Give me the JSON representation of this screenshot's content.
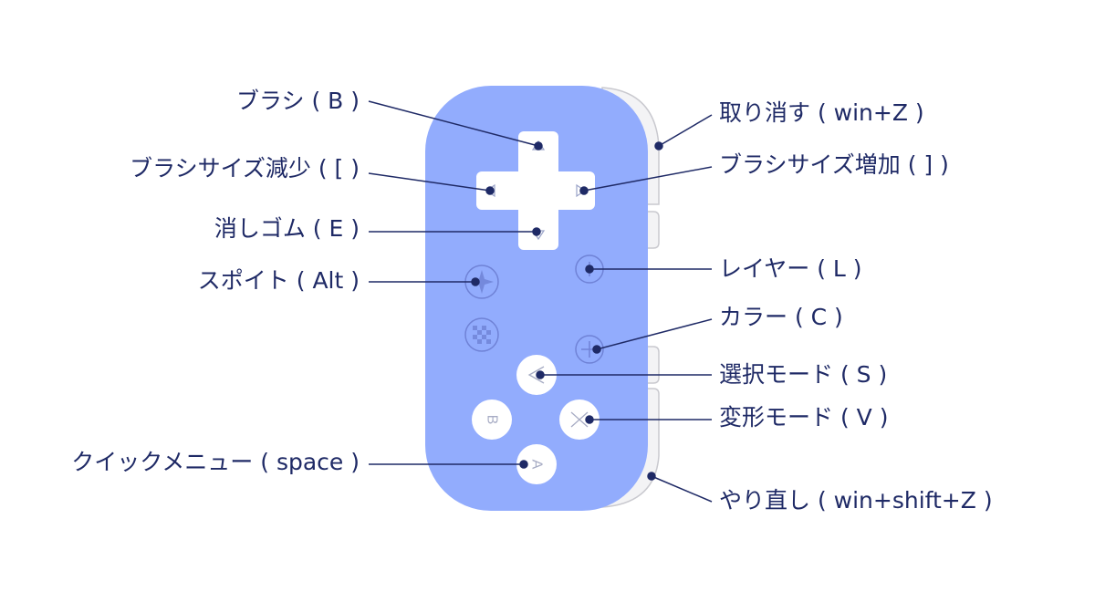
{
  "labels": {
    "brush": "ブラシ ( B )",
    "brush_size_down": "ブラシサイズ減少 ( [ )",
    "eraser": "消しゴム ( E )",
    "eyedropper": "スポイト ( Alt )",
    "quick_menu": "クイックメニュー ( space )",
    "undo": "取り消す ( win+Z )",
    "brush_size_up": "ブラシサイズ増加 ( ] )",
    "layer": "レイヤー ( L )",
    "color": "カラー ( C )",
    "select_mode": "選択モード ( S )",
    "transform_mode": "変形モード ( V )",
    "redo": "やり直し ( win+shift+Z )"
  },
  "buttons": {
    "b": "B",
    "a": "A"
  },
  "colors": {
    "controller_body": "#92acfd",
    "controller_side": "#f2f2f4",
    "line": "#1f2a66",
    "text": "#1f2a66",
    "button_face": "#ffffff",
    "icon_stroke": "#6f82d6"
  }
}
